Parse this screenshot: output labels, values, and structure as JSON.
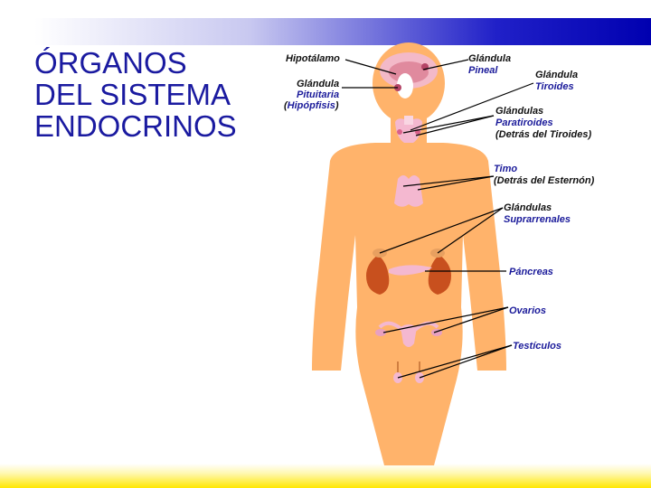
{
  "slide": {
    "title_lines": [
      "ÓRGANOS",
      "DEL SISTEMA",
      "ENDOCRINOS"
    ]
  },
  "colors": {
    "title": "#1a1aa0",
    "body": "#ffb36b",
    "label_dark": "#111111",
    "label_blue": "#1a1a9a",
    "kidney": "#c8501e",
    "gland_pink": "#f4b8d0"
  },
  "labels": {
    "hipotalamo": "Hipotálamo",
    "pineal_1": "Glándula",
    "pineal_2": "Pineal",
    "pituitaria_1": "Glándula",
    "pituitaria_2": "Pituitaria",
    "pituitaria_3a": "(",
    "pituitaria_3b": "Hipópfisis",
    "pituitaria_3c": ")",
    "tiroides_1": "Glándula",
    "tiroides_2": "Tiroides",
    "paratiroides_1": "Glándulas",
    "paratiroides_2": "Paratiroides",
    "paratiroides_3": "(Detrás del Tiroides)",
    "timo_1": "Timo",
    "timo_2": "(Detrás del Esternón)",
    "suprarrenales_1": "Glándulas",
    "suprarrenales_2": "Suprarrenales",
    "pancreas": "Páncreas",
    "ovarios": "Ovarios",
    "testiculos": "Testículos"
  }
}
